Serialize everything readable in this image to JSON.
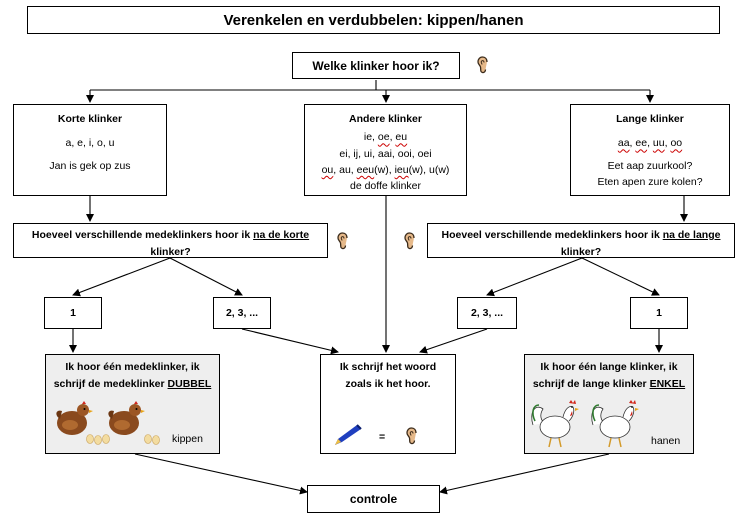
{
  "title": "Verenkelen en verdubbelen: kippen/hanen",
  "question_vowel": "Welke klinker hoor ik?",
  "korte": {
    "heading": "Korte klinker",
    "vowels": "a, e, i, o, u",
    "example": "Jan is gek op zus"
  },
  "andere": {
    "heading": "Andere klinker",
    "line1": "ie, oe, eu",
    "line2": "ei, ij, ui, aai, ooi, oei",
    "line3": "ou, au, eeuw, ieuw, u(w)",
    "line3_parts": [
      "ou",
      ", au, ",
      "eeu",
      "(w), ",
      "ieu",
      "(w), u(w)"
    ],
    "line4": "de doffe klinker"
  },
  "lange": {
    "heading": "Lange klinker",
    "vowels_parts": [
      "aa",
      ", ",
      "ee",
      ", ",
      "uu",
      ", ",
      "oo"
    ],
    "example1": "Eet aap zuurkool?",
    "example2": "Eten apen zure kolen?"
  },
  "question_left": {
    "pre": "Hoeveel verschillende medeklinkers hoor  ik ",
    "underlined": "na de korte",
    "post": "klinker?"
  },
  "question_right": {
    "pre": "Hoeveel verschillende medeklinkers hoor  ik ",
    "underlined": "na de lange",
    "post": "klinker?"
  },
  "counts": {
    "left_one": "1",
    "left_more": "2, 3, ...",
    "right_more": "2, 3, ...",
    "right_one": "1"
  },
  "result_left": {
    "line1": "Ik hoor één medeklinker, ik",
    "line2_pre": "schrijf de medeklinker ",
    "line2_u": "DUBBEL",
    "caption": "kippen"
  },
  "result_mid": {
    "line1": "Ik schrijf het woord",
    "line2": "zoals ik het hoor.",
    "equals": "="
  },
  "result_right": {
    "line1": "Ik hoor één lange klinker, ik",
    "line2_pre": "schrijf de lange klinker ",
    "line2_u": "ENKEL",
    "caption": "hanen"
  },
  "control": "controle",
  "icons": [
    "ear-icon",
    "pen-icon",
    "hen-icon",
    "rooster-icon",
    "egg-icon"
  ]
}
